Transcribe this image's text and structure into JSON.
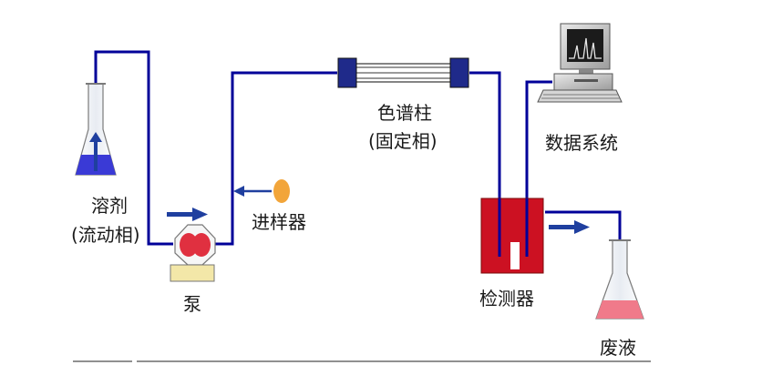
{
  "labels": {
    "solvent_line1": "溶剂",
    "solvent_line2": "(流动相)",
    "pump": "泵",
    "injector": "进样器",
    "column_line1": "色谱柱",
    "column_line2": "(固定相)",
    "data_system": "数据系统",
    "detector": "检测器",
    "waste": "废液"
  },
  "colors": {
    "tubing": "#000099",
    "arrow": "#1f3f9f",
    "pump_head": "#e03040",
    "pump_base": "#f3e7a8",
    "detector": "#cc1122",
    "injector": "#f2a53a",
    "mobile_phase": "#3a3ad6",
    "waste_liquid": "#f07a8a",
    "column_endcap": "#1f2a8a"
  },
  "icons": {
    "solvent_flask": "erlenmeyer-flask-icon",
    "waste_flask": "erlenmeyer-flask-icon",
    "computer": "computer-monitor-icon",
    "pump": "pump-icon",
    "injector": "injector-circle-icon"
  }
}
